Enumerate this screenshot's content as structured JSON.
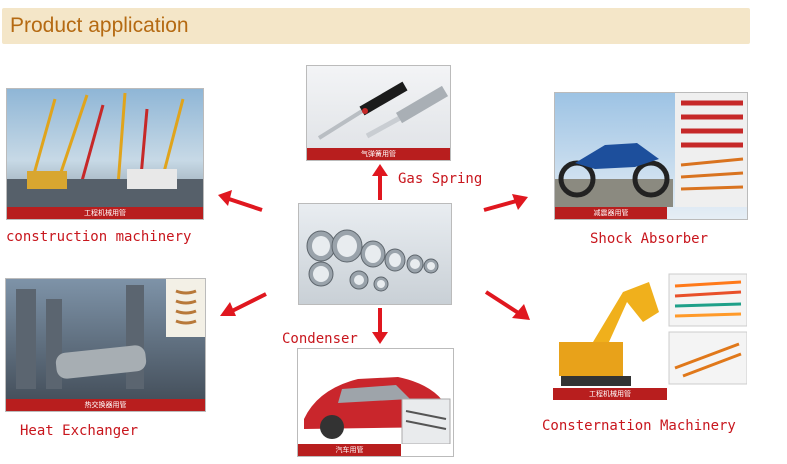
{
  "header": {
    "title": "Product application"
  },
  "center": {
    "caption": ""
  },
  "items": {
    "gas_spring": {
      "label": "Gas Spring",
      "caption": "气弹簧用管"
    },
    "construction": {
      "label": "construction machinery",
      "caption": "工程机械用管"
    },
    "shock": {
      "label": "Shock Absorber",
      "caption": "减震器用管"
    },
    "heat": {
      "label": "Heat Exchanger",
      "caption": "热交换器用管"
    },
    "condenser": {
      "label": "Condenser",
      "caption": "汽车用管"
    },
    "consternation": {
      "label": "Consternation Machinery",
      "caption": "工程机械用管"
    }
  },
  "colors": {
    "accent": "#c8161d",
    "header_bg": "#f4e6c8",
    "header_text": "#b56a12",
    "strip": "#b81e1e"
  }
}
